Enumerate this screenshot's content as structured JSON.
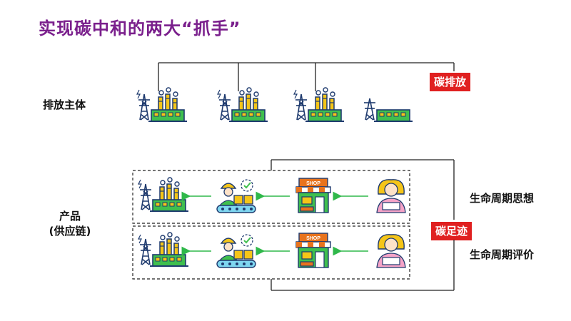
{
  "title": "实现碳中和的两大“抓手”",
  "sections": {
    "emission_subject": {
      "label": "排放主体",
      "tag": "碳排放"
    },
    "product": {
      "label_line1": "产品",
      "label_line2": "(供应链)",
      "tag": "碳足迹",
      "right_label_top": "生命周期思想",
      "right_label_bottom": "生命周期评价"
    }
  },
  "icons": {
    "shop_sign": "SHOP",
    "factory": "factory-icon",
    "worker": "worker-conveyor-icon",
    "shop": "shop-icon",
    "consumer": "consumer-icon"
  },
  "colors": {
    "title": "#7a1f8c",
    "accent_red": "#e02020",
    "arrow_green": "#2fb84a",
    "icon_dark": "#1e3a6e",
    "factory_green": "#3fbf4e",
    "factory_yellow": "#f5c518"
  }
}
